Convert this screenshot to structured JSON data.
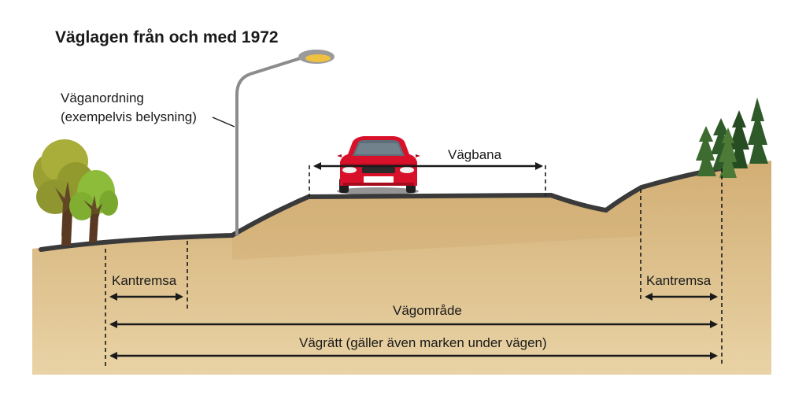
{
  "title": "Väglagen från och med 1972",
  "callout": {
    "line1": "Väganordning",
    "line2": "(exempelvis belysning)"
  },
  "dimensions": {
    "carriageway": "Vägbana",
    "verge_left": "Kantremsa",
    "verge_right": "Kantremsa",
    "road_area": "Vägområde",
    "right_of_way": "Vägrätt (gäller även marken under vägen)"
  },
  "colors": {
    "ground": "#d4b27c",
    "asphalt": "#3a3a3a",
    "car": "#d8102a",
    "pole": "#8c8c8c",
    "lamp": "#f0c040",
    "tree_olive": "#9aa033",
    "tree_light": "#8cbc3a",
    "trunk": "#5a3a22",
    "spruce": "#2f5a2a"
  },
  "icons": [
    "street-lamp-icon",
    "car-icon",
    "deciduous-tree-icon",
    "spruce-tree-icon"
  ]
}
